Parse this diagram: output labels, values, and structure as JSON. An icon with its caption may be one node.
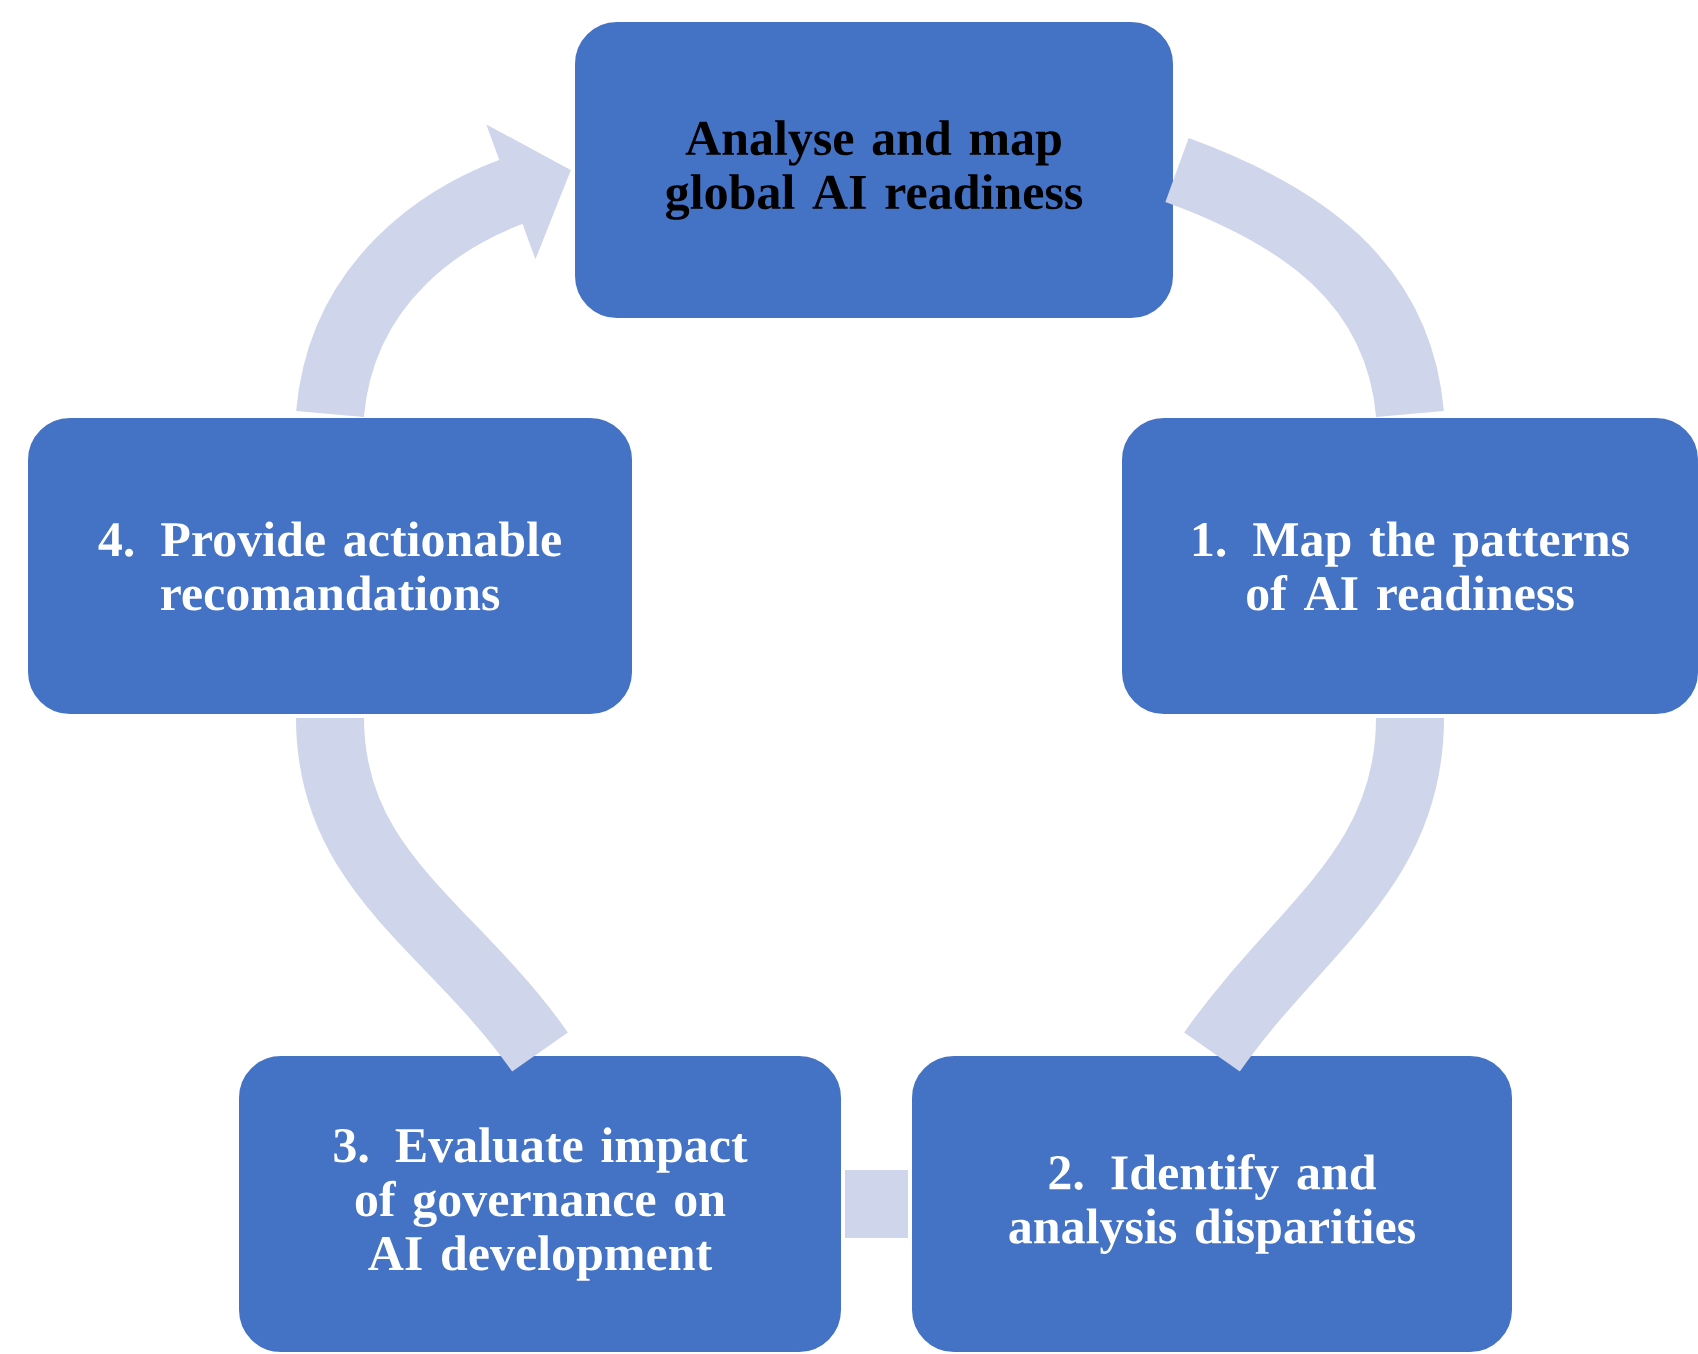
{
  "diagram": {
    "nodes": [
      {
        "text": [
          "Analyse and map global AI readiness"
        ]
      },
      {
        "text": [
          "1. Map the patterns of AI readiness"
        ]
      },
      {
        "text": [
          "2. Identify and analysis disparities"
        ]
      },
      {
        "text": [
          "3. Evaluate impact of governance on AI development"
        ]
      },
      {
        "text": [
          "4. Provide actionable recomandations"
        ]
      }
    ],
    "edges": [
      {
        "from": 0,
        "to": 1,
        "arrow": "none"
      },
      {
        "from": 1,
        "to": 2,
        "arrow": "none"
      },
      {
        "from": 2,
        "to": 3,
        "arrow": "none"
      },
      {
        "from": 3,
        "to": 4,
        "arrow": "none"
      },
      {
        "from": 4,
        "to": 0,
        "arrow": "to"
      }
    ]
  }
}
